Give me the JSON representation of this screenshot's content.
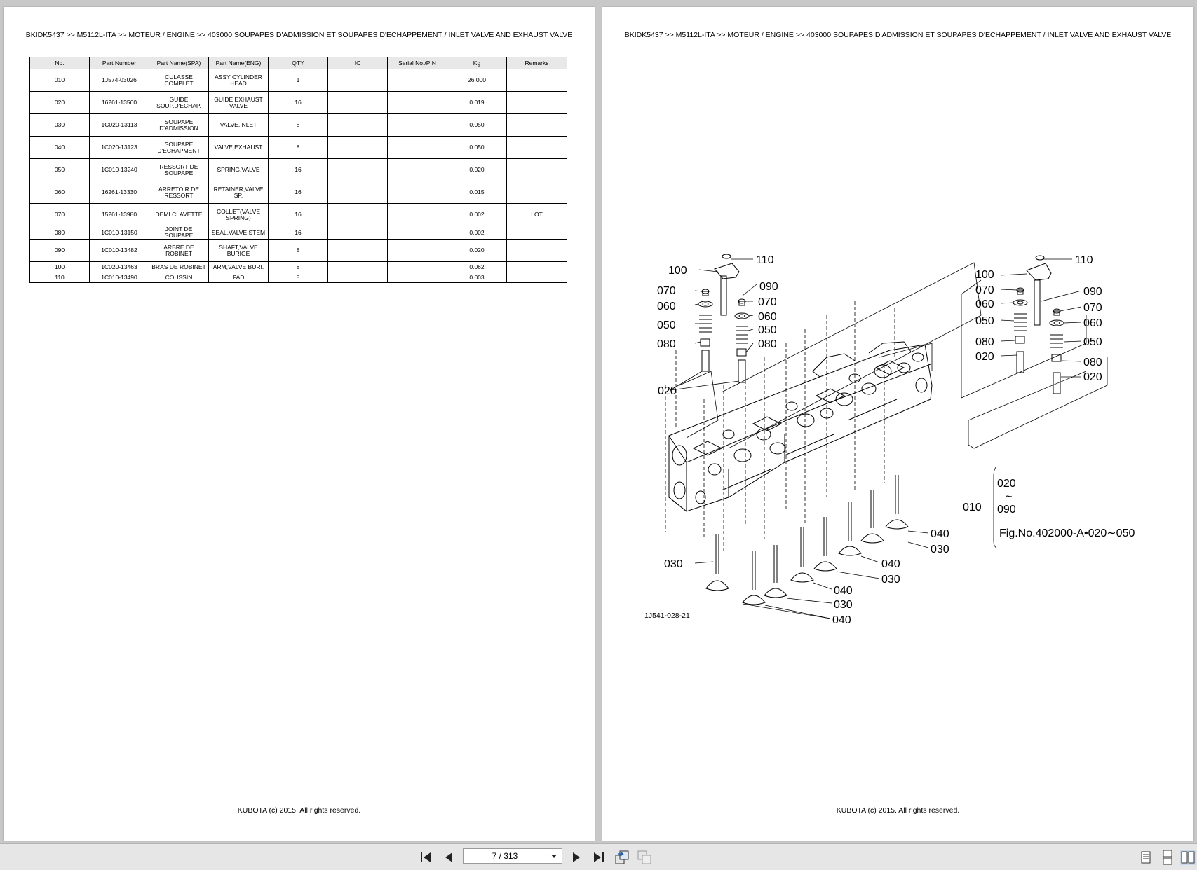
{
  "left_page": {
    "breadcrumb": "BKIDK5437 >> M5112L-ITA >> MOTEUR / ENGINE >> 403000   SOUPAPES D'ADMISSION ET SOUPAPES D'ECHAPPEMENT / INLET VALVE AND EXHAUST VALVE",
    "table": {
      "headers": [
        "No.",
        "Part Number",
        "Part Name(SPA)",
        "Part Name(ENG)",
        "QTY",
        "IC",
        "Serial No./PIN",
        "Kg",
        "Remarks"
      ],
      "rows": [
        [
          "010",
          "1J574-03026",
          "CULASSE COMPLET",
          "ASSY CYLINDER HEAD",
          "1",
          "",
          "",
          "26.000",
          ""
        ],
        [
          "020",
          "16261-13560",
          "GUIDE SOUP.D'ECHAP.",
          "GUIDE,EXHAUST VALVE",
          "16",
          "",
          "",
          "0.019",
          ""
        ],
        [
          "030",
          "1C020-13113",
          "SOUPAPE D'ADMISSION",
          "VALVE,INLET",
          "8",
          "",
          "",
          "0.050",
          ""
        ],
        [
          "040",
          "1C020-13123",
          "SOUPAPE D'ECHAPMENT",
          "VALVE,EXHAUST",
          "8",
          "",
          "",
          "0.050",
          ""
        ],
        [
          "050",
          "1C010-13240",
          "RESSORT DE SOUPAPE",
          "SPRING,VALVE",
          "16",
          "",
          "",
          "0.020",
          ""
        ],
        [
          "060",
          "16261-13330",
          "ARRETOIR DE RESSORT",
          "RETAINER,VALVE SP.",
          "16",
          "",
          "",
          "0.015",
          ""
        ],
        [
          "070",
          "15261-13980",
          "DEMI CLAVETTE",
          "COLLET(VALVE SPRING)",
          "16",
          "",
          "",
          "0.002",
          "LOT"
        ],
        [
          "080",
          "1C010-13150",
          "JOINT DE SOUPAPE",
          "SEAL,VALVE STEM",
          "16",
          "",
          "",
          "0.002",
          ""
        ],
        [
          "090",
          "1C010-13482",
          "ARBRE DE ROBINET",
          "SHAFT,VALVE BURIGE",
          "8",
          "",
          "",
          "0.020",
          ""
        ],
        [
          "100",
          "1C020-13463",
          "BRAS DE ROBINET",
          "ARM,VALVE BURI.",
          "8",
          "",
          "",
          "0.062",
          ""
        ],
        [
          "110",
          "1C010-13490",
          "COUSSIN",
          "PAD",
          "8",
          "",
          "",
          "0.003",
          ""
        ]
      ]
    },
    "footer": "KUBOTA (c) 2015. All rights reserved."
  },
  "right_page": {
    "breadcrumb": "BKIDK5437 >> M5112L-ITA >> MOTEUR / ENGINE >> 403000   SOUPAPES D'ADMISSION ET SOUPAPES D'ECHAPPEMENT / INLET VALVE AND EXHAUST VALVE",
    "diagram": {
      "figure_code": "1J541-028-21",
      "assembly_number": "010",
      "bracket_top": "020",
      "bracket_tilde": "~",
      "bracket_bottom": "090",
      "fig_reference": "Fig.No.402000-A•020∼050",
      "callouts_left_stack": {
        "n100": "100",
        "n110": "110",
        "n090": "090",
        "n070a": "070",
        "n070b": "070",
        "n060a": "060",
        "n060b": "060",
        "n050a": "050",
        "n050b": "050",
        "n080a": "080",
        "n080b": "080",
        "n020": "020"
      },
      "callouts_right_stack": {
        "n110": "110",
        "n100": "100",
        "n070a": "070",
        "n090": "090",
        "n060a": "060",
        "n070b": "070",
        "n050a": "050",
        "n060b": "060",
        "n080a": "080",
        "n050b": "050",
        "n020a": "020",
        "n080b": "080",
        "n020b": "020"
      },
      "callouts_valves": {
        "v030a": "030",
        "v040a": "040",
        "v030b": "030",
        "v040b": "040",
        "v030c": "030",
        "v040c": "040",
        "v030d": "030",
        "v040d": "040"
      }
    },
    "footer": "KUBOTA (c) 2015. All rights reserved."
  },
  "toolbar": {
    "page_indicator": "7 / 313",
    "icons": [
      "first-page-icon",
      "previous-page-icon",
      "next-page-icon",
      "last-page-icon",
      "back-view-icon",
      "forward-view-icon",
      "single-page-view-icon",
      "continuous-view-icon",
      "two-page-view-icon"
    ]
  }
}
